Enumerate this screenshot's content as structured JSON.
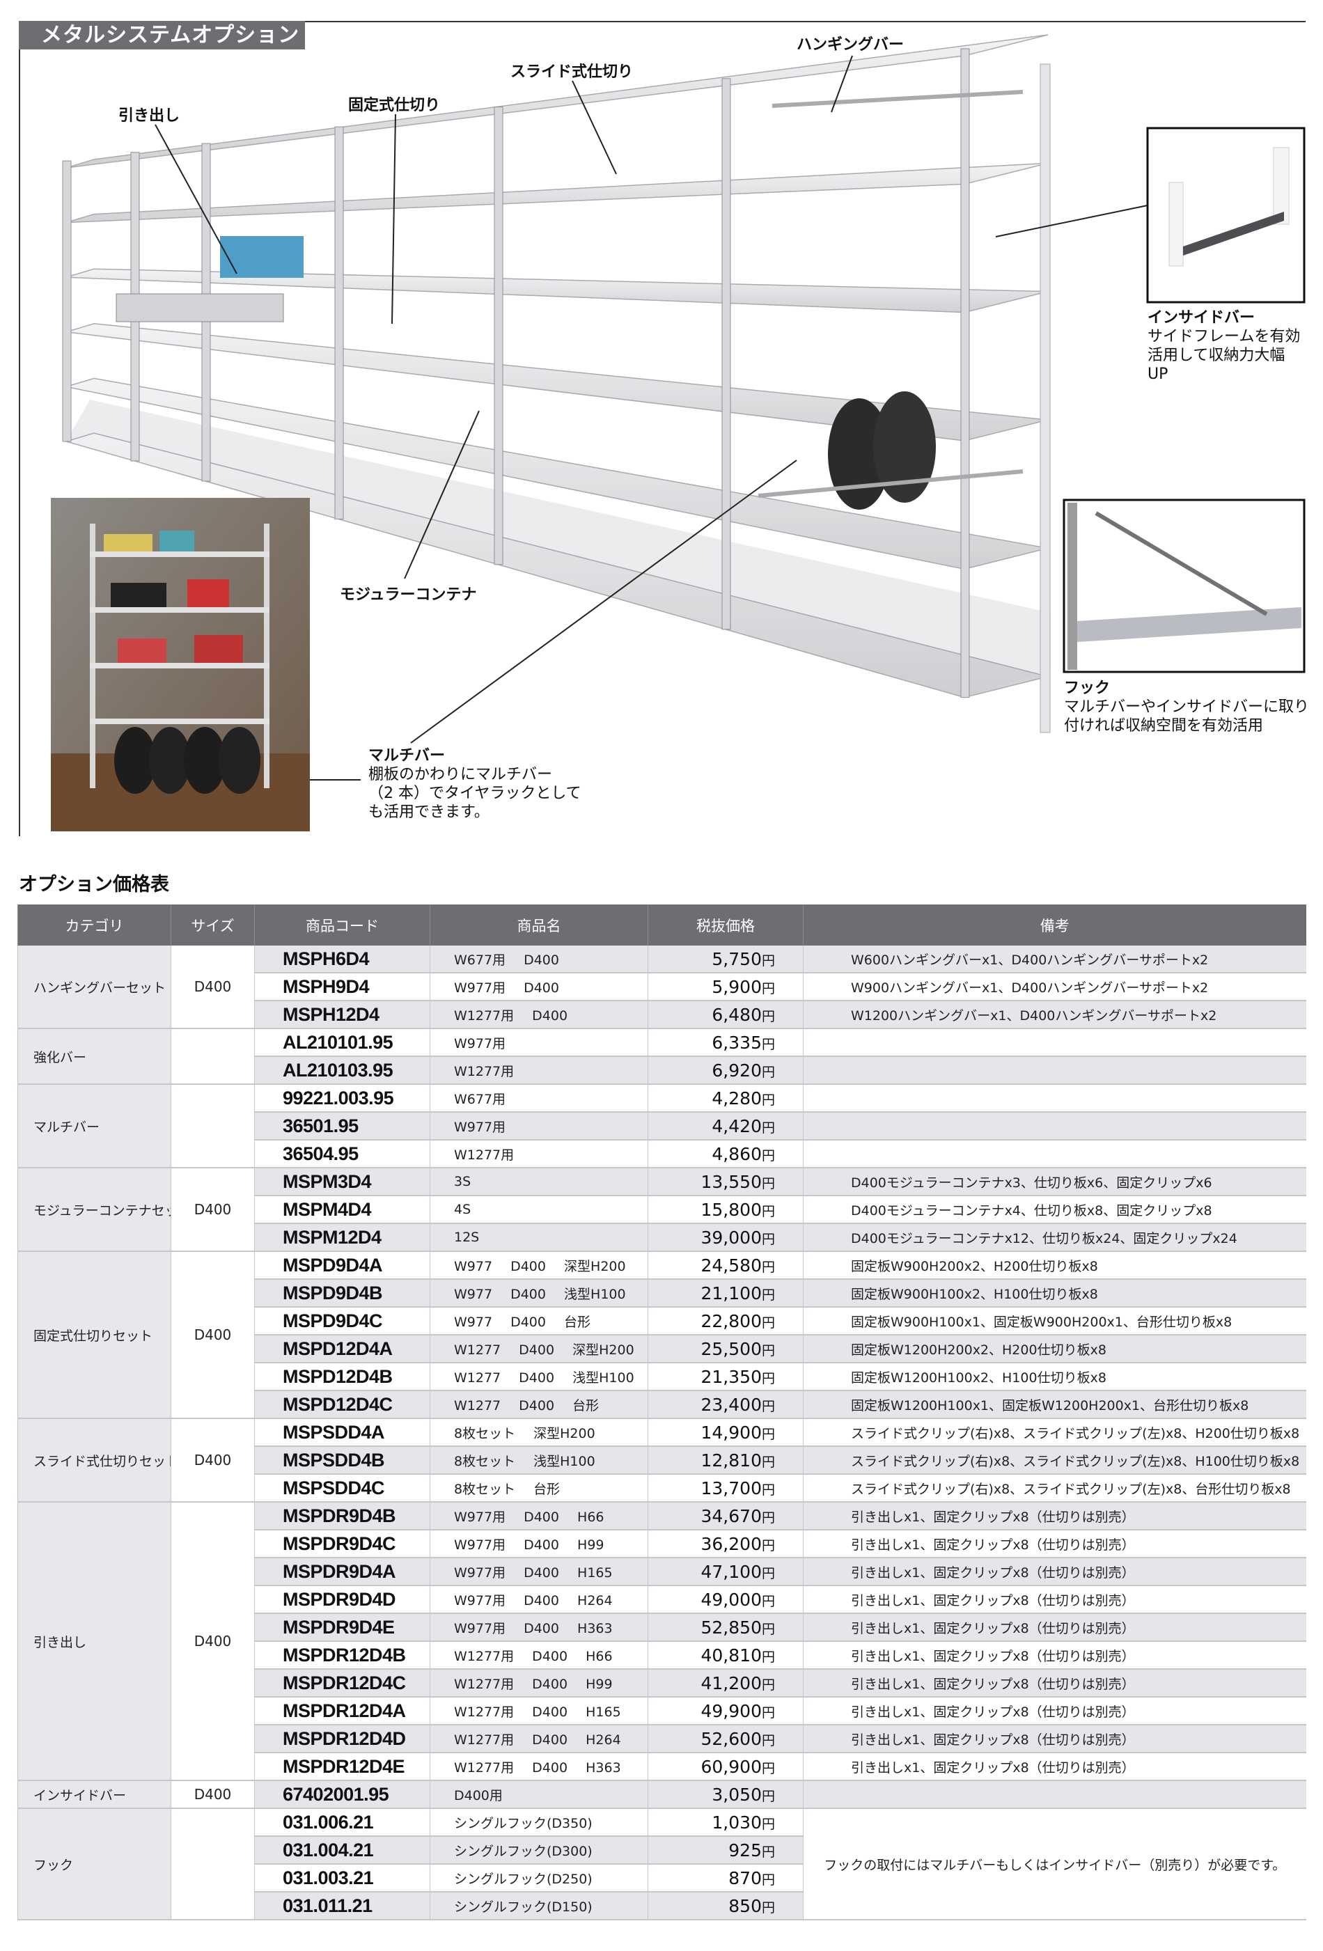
{
  "header": {
    "title": "メタルシステムオプション"
  },
  "illustration": {
    "labels": {
      "drawer": "引き出し",
      "fixed_divider": "固定式仕切り",
      "slide_divider": "スライド式仕切り",
      "hanging_bar": "ハンギングバー",
      "modular_container": "モジュラーコンテナ"
    },
    "inside_bar": {
      "title": "インサイドバー",
      "lines": [
        "サイドフレームを有効",
        "活用して収納力大幅",
        "UP"
      ]
    },
    "hook": {
      "title": "フック",
      "lines": [
        "マルチバーやインサイドバーに取り",
        "付ければ収納空間を有効活用"
      ]
    },
    "multibar": {
      "title": "マルチバー",
      "lines": [
        "棚板のかわりにマルチバー",
        "（2 本）でタイヤラックとして",
        "も活用できます。"
      ]
    }
  },
  "price_table": {
    "title": "オプション価格表",
    "columns": [
      "カテゴリ",
      "サイズ",
      "商品コード",
      "商品名",
      "税抜価格",
      "備考"
    ],
    "currency": "円",
    "groups": [
      {
        "category": "ハンギングバーセット",
        "size": "D400",
        "items": [
          {
            "code": "MSPH6D4",
            "name": "W677用 D400",
            "price": "5,750",
            "remark": "W600ハンギングバーx1、D400ハンギングバーサポートx2"
          },
          {
            "code": "MSPH9D4",
            "name": "W977用 D400",
            "price": "5,900",
            "remark": "W900ハンギングバーx1、D400ハンギングバーサポートx2"
          },
          {
            "code": "MSPH12D4",
            "name": "W1277用 D400",
            "price": "6,480",
            "remark": "W1200ハンギングバーx1、D400ハンギングバーサポートx2"
          }
        ]
      },
      {
        "category": "強化バー",
        "size": "",
        "items": [
          {
            "code": "AL210101.95",
            "name": "W977用",
            "price": "6,335",
            "remark": ""
          },
          {
            "code": "AL210103.95",
            "name": "W1277用",
            "price": "6,920",
            "remark": ""
          }
        ]
      },
      {
        "category": "マルチバー",
        "size": "",
        "items": [
          {
            "code": "99221.003.95",
            "name": "W677用",
            "price": "4,280",
            "remark": ""
          },
          {
            "code": "36501.95",
            "name": "W977用",
            "price": "4,420",
            "remark": ""
          },
          {
            "code": "36504.95",
            "name": "W1277用",
            "price": "4,860",
            "remark": ""
          }
        ]
      },
      {
        "category": "モジュラーコンテナセット",
        "size": "D400",
        "items": [
          {
            "code": "MSPM3D4",
            "name": "3S",
            "price": "13,550",
            "remark": "D400モジュラーコンテナx3、仕切り板x6、固定クリップx6"
          },
          {
            "code": "MSPM4D4",
            "name": "4S",
            "price": "15,800",
            "remark": "D400モジュラーコンテナx4、仕切り板x8、固定クリップx8"
          },
          {
            "code": "MSPM12D4",
            "name": "12S",
            "price": "39,000",
            "remark": "D400モジュラーコンテナx12、仕切り板x24、固定クリップx24"
          }
        ]
      },
      {
        "category": "固定式仕切りセット",
        "size": "D400",
        "items": [
          {
            "code": "MSPD9D4A",
            "name": "W977 D400 深型H200",
            "price": "24,580",
            "remark": "固定板W900H200x2、H200仕切り板x8"
          },
          {
            "code": "MSPD9D4B",
            "name": "W977 D400 浅型H100",
            "price": "21,100",
            "remark": "固定板W900H100x2、H100仕切り板x8"
          },
          {
            "code": "MSPD9D4C",
            "name": "W977 D400 台形",
            "price": "22,800",
            "remark": "固定板W900H100x1、固定板W900H200x1、台形仕切り板x8"
          },
          {
            "code": "MSPD12D4A",
            "name": "W1277 D400 深型H200",
            "price": "25,500",
            "remark": "固定板W1200H200x2、H200仕切り板x8"
          },
          {
            "code": "MSPD12D4B",
            "name": "W1277 D400 浅型H100",
            "price": "21,350",
            "remark": "固定板W1200H100x2、H100仕切り板x8"
          },
          {
            "code": "MSPD12D4C",
            "name": "W1277 D400 台形",
            "price": "23,400",
            "remark": "固定板W1200H100x1、固定板W1200H200x1、台形仕切り板x8"
          }
        ]
      },
      {
        "category": "スライド式仕切りセット",
        "size": "D400",
        "items": [
          {
            "code": "MSPSDD4A",
            "name": "8枚セット 深型H200",
            "price": "14,900",
            "remark": "スライド式クリップ(右)x8、スライド式クリップ(左)x8、H200仕切り板x8"
          },
          {
            "code": "MSPSDD4B",
            "name": "8枚セット 浅型H100",
            "price": "12,810",
            "remark": "スライド式クリップ(右)x8、スライド式クリップ(左)x8、H100仕切り板x8"
          },
          {
            "code": "MSPSDD4C",
            "name": "8枚セット 台形",
            "price": "13,700",
            "remark": "スライド式クリップ(右)x8、スライド式クリップ(左)x8、台形仕切り板x8"
          }
        ]
      },
      {
        "category": "引き出し",
        "size": "D400",
        "items": [
          {
            "code": "MSPDR9D4B",
            "name": "W977用 D400 H66",
            "price": "34,670",
            "remark": "引き出しx1、固定クリップx8（仕切りは別売）"
          },
          {
            "code": "MSPDR9D4C",
            "name": "W977用 D400 H99",
            "price": "36,200",
            "remark": "引き出しx1、固定クリップx8（仕切りは別売）"
          },
          {
            "code": "MSPDR9D4A",
            "name": "W977用 D400 H165",
            "price": "47,100",
            "remark": "引き出しx1、固定クリップx8（仕切りは別売）"
          },
          {
            "code": "MSPDR9D4D",
            "name": "W977用 D400 H264",
            "price": "49,000",
            "remark": "引き出しx1、固定クリップx8（仕切りは別売）"
          },
          {
            "code": "MSPDR9D4E",
            "name": "W977用 D400 H363",
            "price": "52,850",
            "remark": "引き出しx1、固定クリップx8（仕切りは別売）"
          },
          {
            "code": "MSPDR12D4B",
            "name": "W1277用 D400 H66",
            "price": "40,810",
            "remark": "引き出しx1、固定クリップx8（仕切りは別売）"
          },
          {
            "code": "MSPDR12D4C",
            "name": "W1277用 D400 H99",
            "price": "41,200",
            "remark": "引き出しx1、固定クリップx8（仕切りは別売）"
          },
          {
            "code": "MSPDR12D4A",
            "name": "W1277用 D400 H165",
            "price": "49,900",
            "remark": "引き出しx1、固定クリップx8（仕切りは別売）"
          },
          {
            "code": "MSPDR12D4D",
            "name": "W1277用 D400 H264",
            "price": "52,600",
            "remark": "引き出しx1、固定クリップx8（仕切りは別売）"
          },
          {
            "code": "MSPDR12D4E",
            "name": "W1277用 D400 H363",
            "price": "60,900",
            "remark": "引き出しx1、固定クリップx8（仕切りは別売）"
          }
        ]
      },
      {
        "category": "インサイドバー",
        "size": "D400",
        "items": [
          {
            "code": "67402001.95",
            "name": "D400用",
            "price": "3,050",
            "remark": ""
          }
        ]
      },
      {
        "category": "フック",
        "size": "",
        "merged_remark": "フックの取付にはマルチバーもしくはインサイドバー（別売り）が必要です。",
        "items": [
          {
            "code": "031.006.21",
            "name": "シングルフック(D350)",
            "price": "1,030"
          },
          {
            "code": "031.004.21",
            "name": "シングルフック(D300)",
            "price": "925"
          },
          {
            "code": "031.003.21",
            "name": "シングルフック(D250)",
            "price": "870"
          },
          {
            "code": "031.011.21",
            "name": "シングルフック(D150)",
            "price": "850"
          }
        ]
      }
    ]
  }
}
